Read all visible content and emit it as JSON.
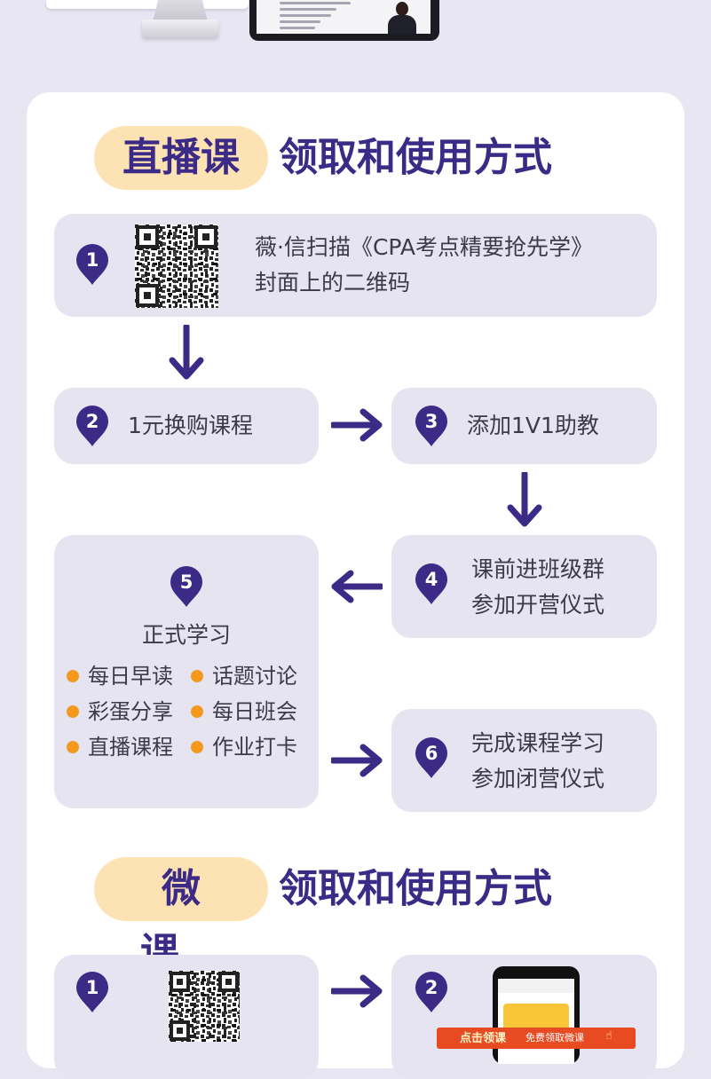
{
  "colors": {
    "page_bg": "#e9e6f3",
    "card_bg": "#ffffff",
    "box_bg": "#e7e4f1",
    "accent_purple": "#3b2a86",
    "pill_bg": "#fde3b4",
    "bullet_orange": "#f39a1e",
    "banner_red": "#e84b22"
  },
  "live_section": {
    "pill": "直播课",
    "title": "领取和使用方式",
    "steps": {
      "s1": {
        "num": "1",
        "line1": "薇·信扫描《CPA考点精要抢先学》",
        "line2": "封面上的二维码",
        "icon": "qr-code-icon"
      },
      "s2": {
        "num": "2",
        "text": "1元换购课程"
      },
      "s3": {
        "num": "3",
        "text": "添加1V1助教"
      },
      "s4": {
        "num": "4",
        "line1": "课前进班级群",
        "line2": "参加开营仪式"
      },
      "s5": {
        "num": "5",
        "heading": "正式学习",
        "items": [
          "每日早读",
          "话题讨论",
          "彩蛋分享",
          "每日班会",
          "直播课程",
          "作业打卡"
        ]
      },
      "s6": {
        "num": "6",
        "line1": "完成课程学习",
        "line2": "参加闭营仪式"
      }
    },
    "arrows": [
      "arrow-down-icon",
      "arrow-right-icon",
      "arrow-down-icon",
      "arrow-left-icon",
      "arrow-right-icon"
    ]
  },
  "micro_section": {
    "pill": "微课",
    "title": "领取和使用方式",
    "steps": {
      "s1": {
        "num": "1",
        "icon": "qr-code-icon"
      },
      "s2": {
        "num": "2",
        "icon": "phone-icon",
        "banner_left": "点击领课",
        "banner_right": "免费领取微课"
      }
    }
  }
}
